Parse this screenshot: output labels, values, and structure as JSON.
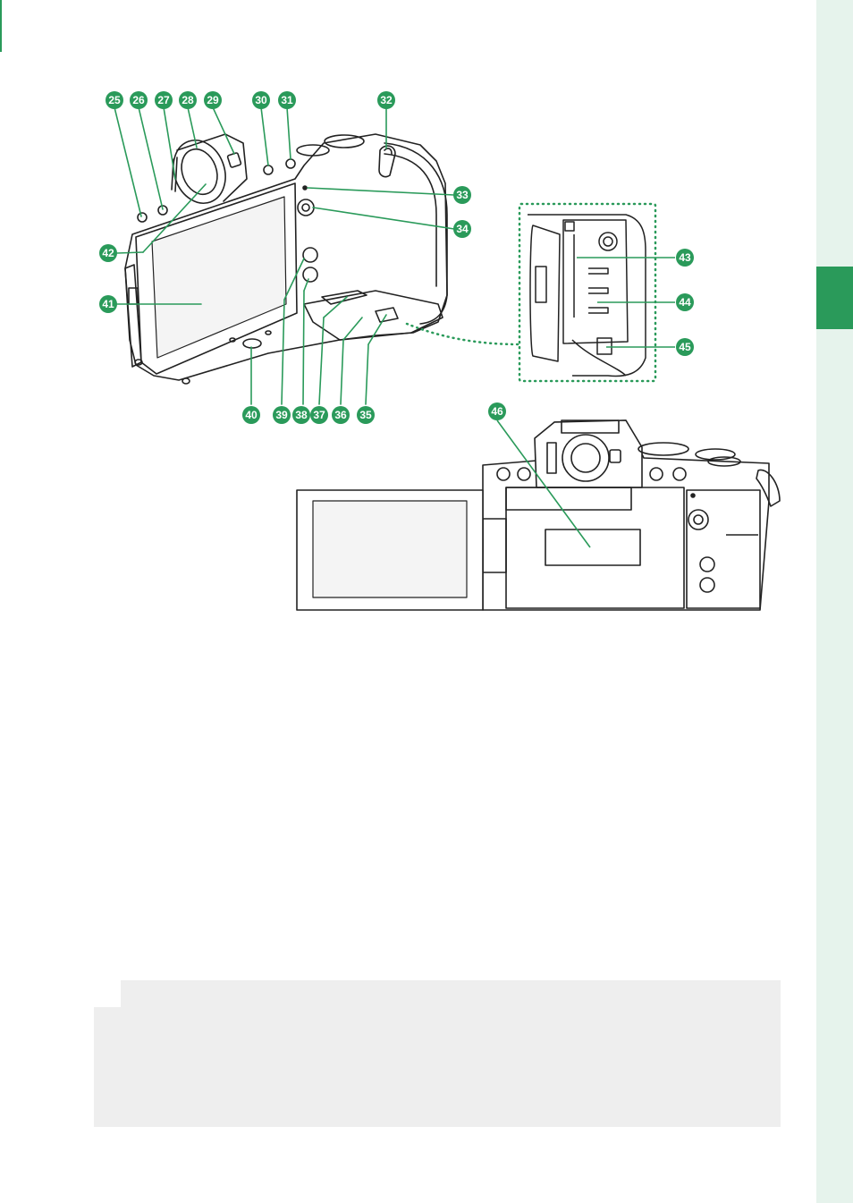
{
  "callouts": [
    {
      "id": "c25",
      "label": "25"
    },
    {
      "id": "c26",
      "label": "26"
    },
    {
      "id": "c27",
      "label": "27"
    },
    {
      "id": "c28",
      "label": "28"
    },
    {
      "id": "c29",
      "label": "29"
    },
    {
      "id": "c30",
      "label": "30"
    },
    {
      "id": "c31",
      "label": "31"
    },
    {
      "id": "c32",
      "label": "32"
    },
    {
      "id": "c33",
      "label": "33"
    },
    {
      "id": "c34",
      "label": "34"
    },
    {
      "id": "c35",
      "label": "35"
    },
    {
      "id": "c36",
      "label": "36"
    },
    {
      "id": "c37",
      "label": "37"
    },
    {
      "id": "c38",
      "label": "38"
    },
    {
      "id": "c39",
      "label": "39"
    },
    {
      "id": "c40",
      "label": "40"
    },
    {
      "id": "c41",
      "label": "41"
    },
    {
      "id": "c42",
      "label": "42"
    },
    {
      "id": "c43",
      "label": "43"
    },
    {
      "id": "c44",
      "label": "44"
    },
    {
      "id": "c45",
      "label": "45"
    },
    {
      "id": "c46",
      "label": "46"
    }
  ],
  "colors": {
    "accent": "#2a9a5a",
    "side_band": "#e6f3ec",
    "note_bg": "#eeeeee",
    "line_art": "#222222",
    "dotted": "#2a9a5a"
  }
}
